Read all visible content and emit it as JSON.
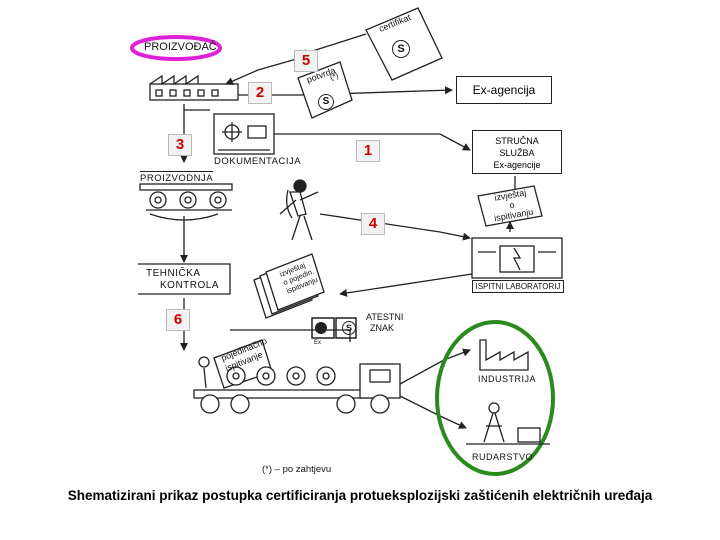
{
  "diagram": {
    "labels": {
      "proizvodac": "PROIZVOĐAČ",
      "certifikat": "certifikat",
      "potvrda": "potvrda",
      "potvrda_mark": "(*)",
      "ex_agencija": "Ex-agencija",
      "dokumentacija": "DOKUMENTACIJA",
      "proizvodnja": "PROIZVODNJA",
      "strucna_1": "STRUČNA",
      "strucna_2": "SLUŽBA",
      "strucna_3": "Ex-agencije",
      "izvjestaj_ispitivanju_1": "izvještaj",
      "izvjestaj_ispitivanju_2": "o",
      "izvjestaj_ispitivanju_3": "ispitivanju",
      "ispitni_laboratorij": "ISPITNI LABORATORIJ",
      "tehnicka_1": "TEHNIČKA",
      "tehnicka_2": "KONTROLA",
      "izvjestaj_pojedinacnom_1": "izvještaj",
      "izvjestaj_pojedinacnom_2": "o pojedin.",
      "izvjestaj_pojedinacnom_3": "ispitivanju",
      "atestni_1": "ATESTNI",
      "atestni_2": "ZNAK",
      "pojedinacno_1": "pojedinačno",
      "pojedinacno_2": "ispitivanje",
      "industrija": "INDUSTRIJA",
      "rudarstvo": "RUDARSTVO",
      "footnote": "(*) – po zahtjevu",
      "s_mark": "S",
      "ex_mark": "Ex"
    },
    "steps": [
      "1",
      "2",
      "3",
      "4",
      "5",
      "6"
    ],
    "colors": {
      "producer_outline": "#e020d8",
      "destination_outline": "#2a8a1e",
      "step_number": "#cc0000"
    }
  },
  "caption": "Shematizirani prikaz postupka certificiranja protueksplozijski zaštićenih električnih uređaja"
}
